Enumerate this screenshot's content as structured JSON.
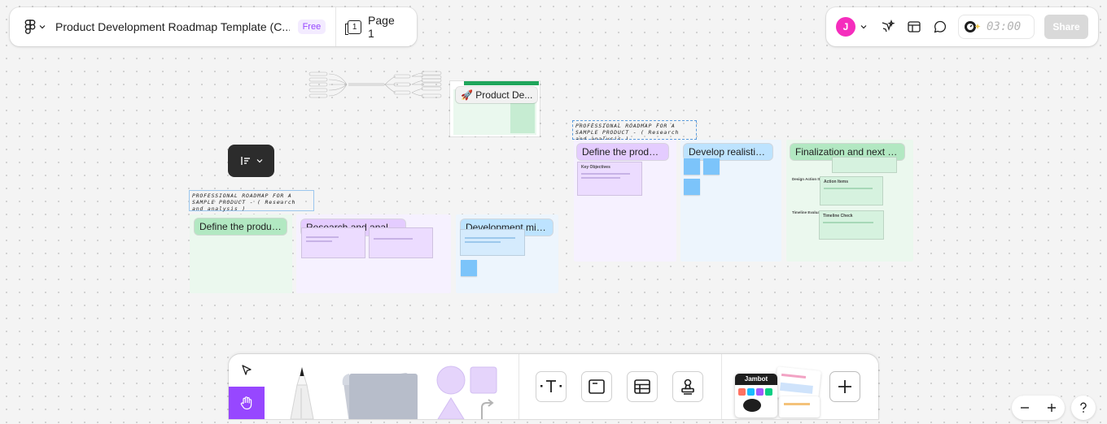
{
  "header": {
    "file_title": "Product Development Roadmap Template (C...",
    "plan_badge": "Free",
    "page_label": "Page 1",
    "page_number": "1"
  },
  "collab": {
    "avatar_initial": "J",
    "timer": "03:00",
    "share_label": "Share"
  },
  "canvas": {
    "thumbnail_label": "🚀 Product De...",
    "heading_1": "PROFESSIONAL ROADMAP FOR A SAMPLE PRODUCT - ( Research and analysis )",
    "heading_2": "PROFESSIONAL ROADMAP FOR A SAMPLE PRODUCT - ( Research and analysis )",
    "sections_row1": [
      {
        "label": "Define the produc..."
      },
      {
        "label": "Research and analysis"
      },
      {
        "label": "Development mile..."
      }
    ],
    "sections_row2": [
      {
        "label": "Define the produc..."
      },
      {
        "label": "Develop realistic ..."
      },
      {
        "label": "Finalization and next st..."
      }
    ],
    "card_key_objectives": "Key Objectives",
    "label_design_action_items": "Design Action Items",
    "label_timeline_evaluation": "Timeline Evaluation",
    "card_action_items": "Action Items",
    "card_timeline_check": "Timeline Check"
  },
  "toolbar": {
    "template_logo_text": "Jambot"
  },
  "colors": {
    "accent": "#9747ff",
    "green_section": "#ebf8ee",
    "purple_section": "#f6f1ff",
    "blue_section": "#edf5fd"
  }
}
